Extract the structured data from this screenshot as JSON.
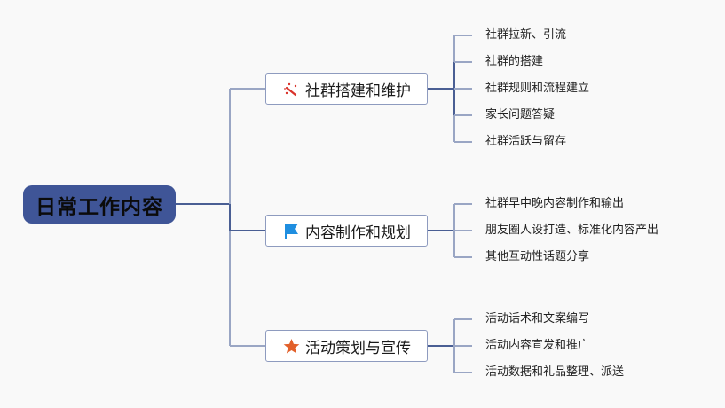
{
  "root": {
    "label": "日常工作内容"
  },
  "branches": [
    {
      "label": "社群搭建和维护",
      "icon": "magic-wand-icon",
      "icon_color": "#d9332b",
      "leaves": [
        "社群拉新、引流",
        "社群的搭建",
        "社群规则和流程建立",
        "家长问题答疑",
        "社群活跃与留存"
      ]
    },
    {
      "label": "内容制作和规划",
      "icon": "flag-icon",
      "icon_color": "#1f8ee0",
      "leaves": [
        "社群早中晚内容制作和输出",
        "朋友圈人设打造、标准化内容产出",
        "其他互动性话题分享"
      ]
    },
    {
      "label": "活动策划与宣传",
      "icon": "star-icon",
      "icon_color": "#e2602a",
      "leaves": [
        "活动话术和文案编写",
        "活动内容宣发和推广",
        "活动数据和礼品整理、派送"
      ]
    }
  ],
  "colors": {
    "root_fill": "#3f5597",
    "main_line": "#4a5f94",
    "leaf_line": "#9aa6c4",
    "branch_border": "#8e9bbf"
  }
}
